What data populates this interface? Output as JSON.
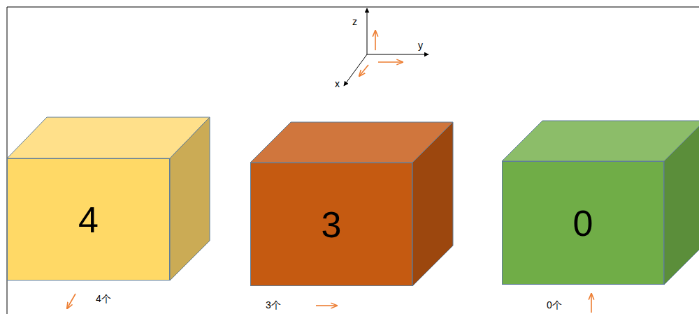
{
  "diagram": {
    "nodes": [
      {
        "text": [
          "4"
        ]
      },
      {
        "text": [
          "3"
        ]
      },
      {
        "text": [
          "0"
        ]
      }
    ],
    "labels": [
      "z",
      "y",
      "x",
      "4个",
      "3个",
      "0个"
    ]
  }
}
